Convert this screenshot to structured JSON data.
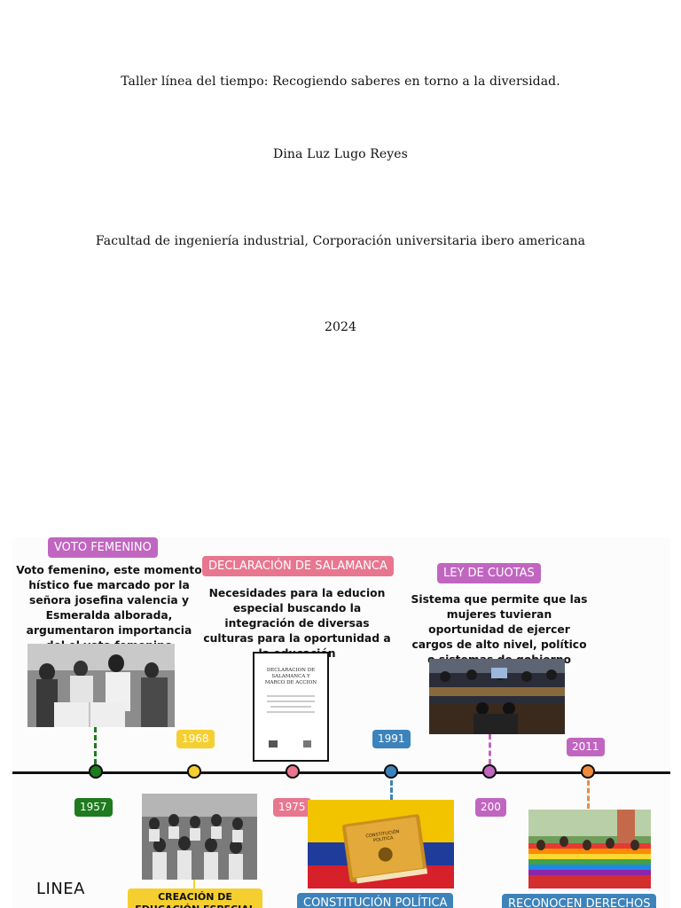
{
  "cover": {
    "title": "Taller línea del tiempo: Recogiendo saberes en torno a la diversidad.",
    "author": "Dina Luz Lugo Reyes",
    "affiliation": "Facultad de ingeniería industrial, Corporación universitaria ibero americana",
    "year": "2024"
  },
  "timeline": {
    "word": "LINEA",
    "events": [
      {
        "title": "VOTO FEMENINO",
        "text": "Voto femenino,  este momento hístico fue marcado por la señora josefina valencia y Esmeralda alborada, argumentaron importancia del el voto femenino",
        "year": "1957",
        "color": "#1e7b1e"
      },
      {
        "title": "CREACIÓN DE EDUCACIÓN ESPECIAL UNESCO",
        "year": "1968",
        "color": "#f5cf2f"
      },
      {
        "title": "DECLARACIÓN DE SALAMANCA",
        "text": "Necesidades para la educion especial buscando la integración de diversas culturas para la oportunidad a la educación",
        "year": "1975",
        "color": "#e8768f",
        "doc_text": "DECLARACION DE SALAMANCA Y MARCO DE ACCION"
      },
      {
        "title": "CONSTITUCIÓN POLÍTICA",
        "year": "1991",
        "color": "#3d83bb"
      },
      {
        "title": "LEY DE CUOTAS",
        "text": "Sistema que permite  que las mujeres tuvieran oportunidad de ejercer cargos de alto nivel, político o sistemas de gobierno",
        "year": "200",
        "color": "#c066c0"
      },
      {
        "title": "RECONOCEN DERECHOS",
        "year": "2011",
        "color": "#f08a3c"
      }
    ]
  }
}
